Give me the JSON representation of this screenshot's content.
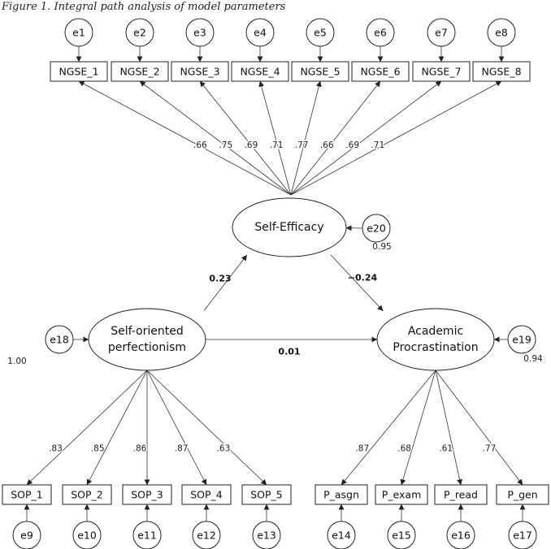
{
  "caption": "Figure 1. Integral path analysis of model parameters",
  "latents": {
    "self_efficacy": {
      "lines": [
        "Self-Efficacy"
      ],
      "error": "e20",
      "variance": "0.95"
    },
    "perfectionism": {
      "lines": [
        "Self-oriented",
        "perfectionism"
      ],
      "error": "e18",
      "variance": "1.00"
    },
    "procrastination": {
      "lines": [
        "Academic",
        "Procrastination"
      ],
      "error": "e19",
      "variance": "0.94"
    }
  },
  "structural_paths": {
    "perf_to_se": "0.23",
    "se_to_proc": "−0.24",
    "perf_to_proc": "0.01"
  },
  "self_efficacy_items": [
    {
      "label": "NGSE_1",
      "error": "e1",
      "loading": ".66"
    },
    {
      "label": "NGSE_2",
      "error": "e2",
      "loading": ".75"
    },
    {
      "label": "NGSE_3",
      "error": "e3",
      "loading": ".69"
    },
    {
      "label": "NGSE_4",
      "error": "e4",
      "loading": ".71"
    },
    {
      "label": "NGSE_5",
      "error": "e5",
      "loading": ".77"
    },
    {
      "label": "NGSE_6",
      "error": "e6",
      "loading": ".66"
    },
    {
      "label": "NGSE_7",
      "error": "e7",
      "loading": ".69"
    },
    {
      "label": "NGSE_8",
      "error": "e8",
      "loading": ".71"
    }
  ],
  "perfectionism_items": [
    {
      "label": "SOP_1",
      "error": "e9",
      "loading": ".83"
    },
    {
      "label": "SOP_2",
      "error": "e10",
      "loading": ".85"
    },
    {
      "label": "SOP_3",
      "error": "e11",
      "loading": ".86"
    },
    {
      "label": "SOP_4",
      "error": "e12",
      "loading": ".87"
    },
    {
      "label": "SOP_5",
      "error": "e13",
      "loading": ".63"
    }
  ],
  "procrastination_items": [
    {
      "label": "P_asgn",
      "error": "e14",
      "loading": ".87"
    },
    {
      "label": "P_exam",
      "error": "e15",
      "loading": ".68"
    },
    {
      "label": "P_read",
      "error": "e16",
      "loading": ".61"
    },
    {
      "label": "P_gen",
      "error": "e17",
      "loading": ".77"
    }
  ]
}
